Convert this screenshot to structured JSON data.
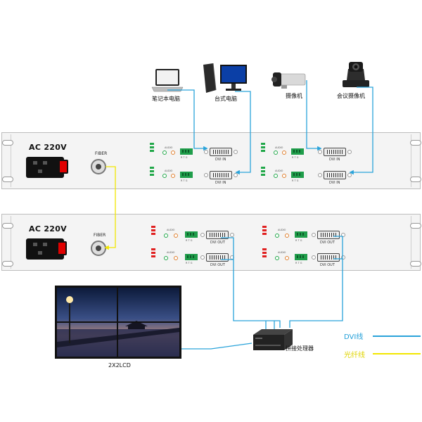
{
  "devices": {
    "laptop": "笔记本电脑",
    "desktop": "台式电脑",
    "camera": "摄像机",
    "conference_camera": "会议摄像机",
    "processor": "拼接处理器",
    "lcd": "2X2LCD"
  },
  "transmitter": {
    "power_label": "AC 220V",
    "fiber_label": "FIBER",
    "port_label": "DVI  IN",
    "audio_label": "AUDIO",
    "terminal_label": "R  T  G"
  },
  "receiver": {
    "power_label": "AC 220V",
    "fiber_label": "FIBER",
    "port_label": "DVI  OUT",
    "audio_label": "AUDIO",
    "terminal_label": "R  T  G"
  },
  "legend": [
    {
      "label": "DVI线",
      "color": "#1f9ed8"
    },
    {
      "label": "光纤线",
      "color": "#f2e600"
    }
  ],
  "colors": {
    "dvi_line": "#2aa3da",
    "fiber_line": "#f2e600",
    "tx_led": "#22a84a",
    "rx_led": "#e02020"
  },
  "icons": [
    "laptop-icon",
    "desktop-icon",
    "camera-icon",
    "ptz-camera-icon",
    "processor-icon",
    "video-wall-icon"
  ]
}
